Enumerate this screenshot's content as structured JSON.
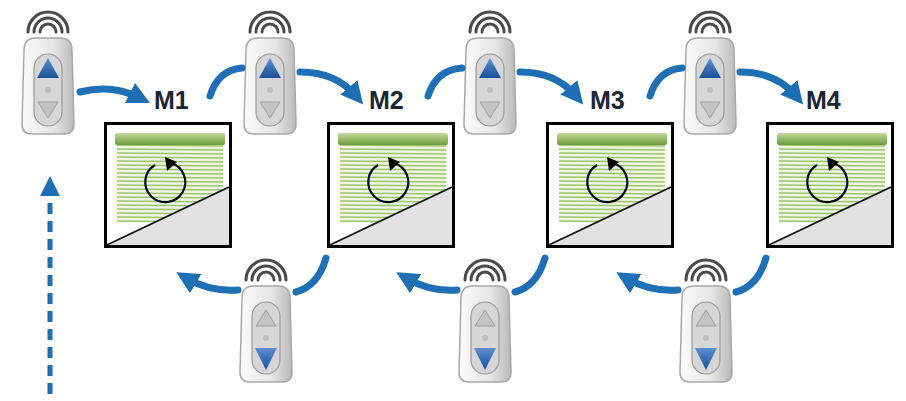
{
  "diagram": {
    "nodes": [
      {
        "text": [
          "M1"
        ]
      },
      {
        "text": [
          "M2"
        ]
      },
      {
        "text": [
          "M3"
        ]
      },
      {
        "text": [
          "M4"
        ]
      }
    ]
  }
}
